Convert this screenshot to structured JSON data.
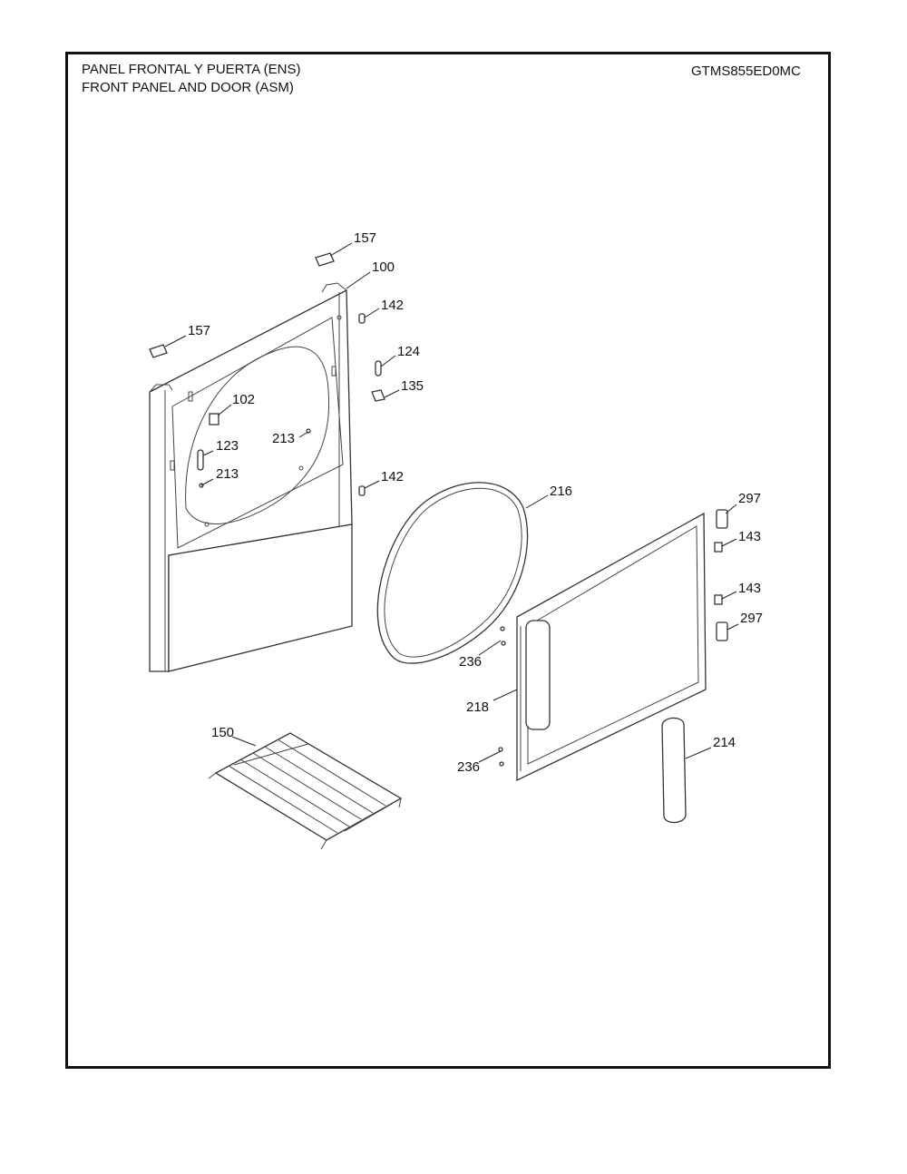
{
  "header": {
    "title_es": "PANEL FRONTAL Y PUERTA (ENS)",
    "title_en": "FRONT PANEL AND DOOR (ASM)",
    "model": "GTMS855ED0MC"
  },
  "callouts": [
    {
      "id": "c157a",
      "text": "157"
    },
    {
      "id": "c100",
      "text": "100"
    },
    {
      "id": "c142a",
      "text": "142"
    },
    {
      "id": "c157b",
      "text": "157"
    },
    {
      "id": "c124",
      "text": "124"
    },
    {
      "id": "c135",
      "text": "135"
    },
    {
      "id": "c102",
      "text": "102"
    },
    {
      "id": "c213a",
      "text": "213"
    },
    {
      "id": "c123",
      "text": "123"
    },
    {
      "id": "c213b",
      "text": "213"
    },
    {
      "id": "c142b",
      "text": "142"
    },
    {
      "id": "c216",
      "text": "216"
    },
    {
      "id": "c297a",
      "text": "297"
    },
    {
      "id": "c143a",
      "text": "143"
    },
    {
      "id": "c143b",
      "text": "143"
    },
    {
      "id": "c297b",
      "text": "297"
    },
    {
      "id": "c236a",
      "text": "236"
    },
    {
      "id": "c218",
      "text": "218"
    },
    {
      "id": "c150",
      "text": "150"
    },
    {
      "id": "c214",
      "text": "214"
    },
    {
      "id": "c236b",
      "text": "236"
    }
  ]
}
